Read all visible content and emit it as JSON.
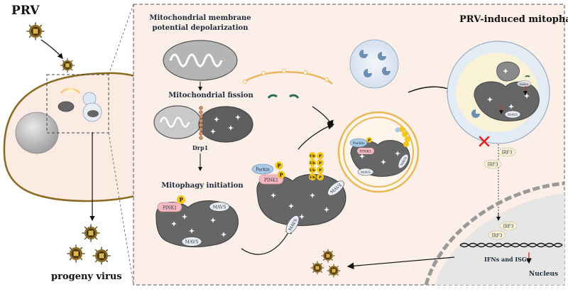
{
  "left_panel": {
    "virus_label": "PRV",
    "progeny_label": "progeny virus"
  },
  "steps": {
    "depolarization_line1": "Mitochondrial membrane",
    "depolarization_line2": "potential depolarization",
    "fission": "Mitochondrial fission",
    "initiation": "Mitophagy initiation",
    "title": "PRV-induced mitophagy"
  },
  "proteins": {
    "drp1": "Drp1",
    "pink1": "PINK1",
    "parkin": "Parkin",
    "mavs": "MAVS",
    "p": "P",
    "ub": "Ub",
    "irf3": "IRF3"
  },
  "nucleus": {
    "label": "Nucleus",
    "output": "IFNs and ISGs"
  },
  "colors": {
    "virus": "#8a6a1f",
    "cell_border": "#8a6a1f",
    "cell_fill": "#fcebe3",
    "panel_fill": "#fbefe7",
    "mito_gray": "#666666",
    "pink1": "#f3b8c0",
    "parkin": "#a9cbe6",
    "ub": "#f2c81b",
    "phagophore": "#e8b85a",
    "lysosome": "#dfe9f5",
    "inhibit": "#e02020"
  }
}
